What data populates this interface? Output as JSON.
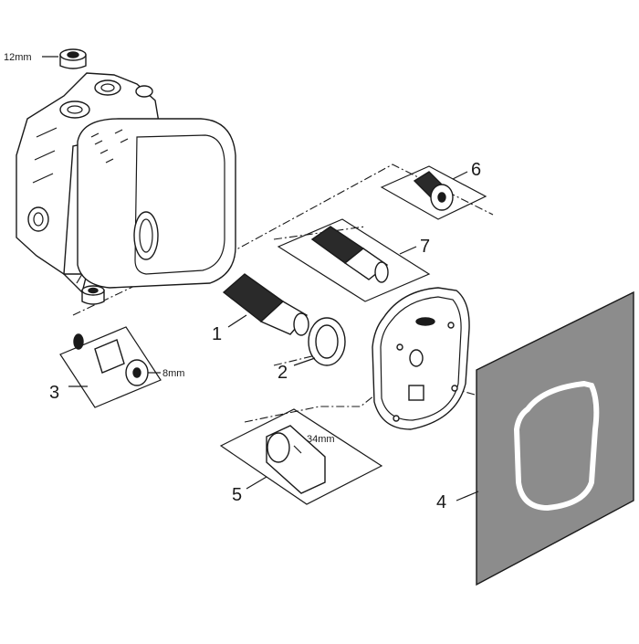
{
  "callouts": {
    "c1": "1",
    "c2": "2",
    "c3": "3",
    "c4": "4",
    "c5": "5",
    "c6": "6",
    "c7": "7"
  },
  "dimensions": {
    "plug_top": "12mm",
    "cap_part3": "8mm",
    "sleeve_part5": "34mm"
  },
  "colors": {
    "line": "#1a1a1a",
    "shadow_plate": "#8c8c8c",
    "body_fill": "#ffffff",
    "dark_cartridge": "#2a2a2a"
  }
}
